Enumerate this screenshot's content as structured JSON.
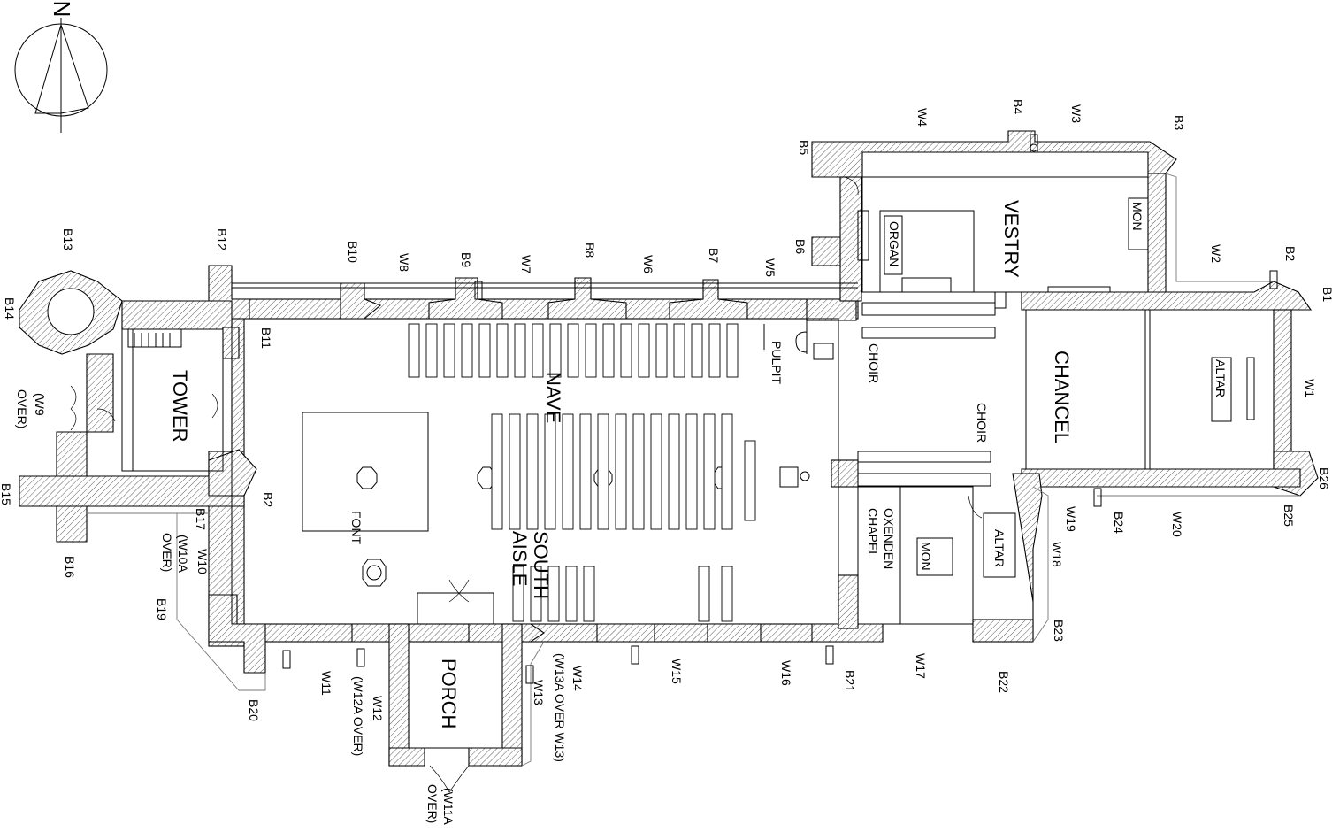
{
  "compass": {
    "north_label": "N"
  },
  "rooms": {
    "vestry": "VESTRY",
    "organ": "ORGAN",
    "mon_vestry": "MON",
    "chancel": "CHANCEL",
    "altar_chancel": "ALTAR",
    "choir_north": "CHOIR",
    "choir_south": "CHOIR",
    "pulpit": "PULPIT",
    "nave": "NAVE",
    "south_aisle_1": "SOUTH",
    "south_aisle_2": "AISLE",
    "font": "FONT",
    "tower": "TOWER",
    "porch": "PORCH",
    "oxenden_1": "OXENDEN",
    "oxenden_2": "CHAPEL",
    "mon_chapel": "MON",
    "altar_chapel": "ALTAR"
  },
  "buttresses": {
    "b1": "B1",
    "b2_east": "B2",
    "b3": "B3",
    "b4": "B4",
    "b5": "B5",
    "b6": "B6",
    "b7": "B7",
    "b8": "B8",
    "b9": "B9",
    "b10": "B10",
    "b11": "B11",
    "b12": "B12",
    "b13": "B13",
    "b14": "B14",
    "b15": "B15",
    "b16": "B16",
    "b17": "B17",
    "b2_tower": "B2",
    "b19": "B19",
    "b20": "B20",
    "b21": "B21",
    "b22": "B22",
    "b23": "B23",
    "b24": "B24",
    "b25": "B25",
    "b26": "B26"
  },
  "windows": {
    "w1": "W1",
    "w2": "W2",
    "w3": "W3",
    "w4": "W4",
    "w5": "W5",
    "w6": "W6",
    "w7": "W7",
    "w8": "W8",
    "w9_1": "(W9",
    "w9_2": "OVER)",
    "w10": "W10",
    "w10a_1": "(W10A",
    "w10a_2": "OVER)",
    "w11": "W11",
    "w11a_1": "(W11A",
    "w11a_2": "OVER)",
    "w12": "W12",
    "w12a": "(W12A OVER)",
    "w13": "W13",
    "w14": "W14",
    "w13a": "(W13A OVER W13)",
    "w15": "W15",
    "w16": "W16",
    "w17": "W17",
    "w18": "W18",
    "w19": "W19",
    "w20": "W20"
  }
}
